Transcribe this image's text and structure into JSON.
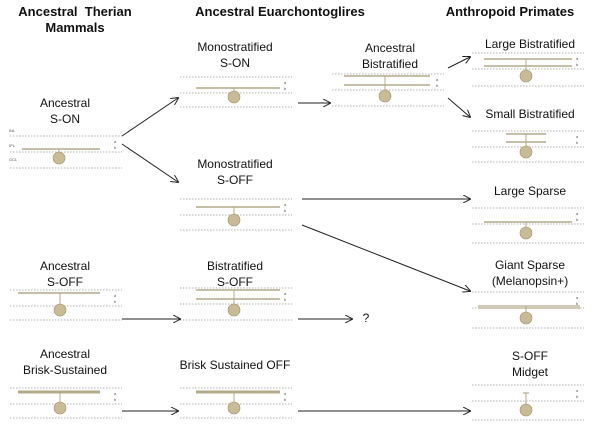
{
  "headers": {
    "col1": "Ancestral  Therian\nMammals",
    "col2": "Ancestral Euarchontoglires",
    "col3": "Anthropoid Primates"
  },
  "labels": {
    "ancestral_son": "Ancestral\nS-ON",
    "ancestral_soff": "Ancestral\nS-OFF",
    "ancestral_brisk": "Ancestral\nBrisk-Sustained",
    "mono_son": "Monostratified\nS-ON",
    "mono_soff": "Monostratified\nS-OFF",
    "bistrat_soff": "Bistratified\nS-OFF",
    "brisk_off": "Brisk Sustained OFF",
    "ancestral_bistrat": "Ancestral\nBistratified",
    "large_bistrat": "Large Bistratified",
    "small_bistrat": "Small Bistratified",
    "large_sparse": "Large Sparse",
    "giant_sparse": "Giant Sparse\n(Melanopsin+)",
    "soff_midget": "S-OFF\nMidget",
    "question": "?"
  },
  "layer_labels": {
    "inl": "INL",
    "ipl": "IPL",
    "gcl": "GCL",
    "a": "a",
    "b": "b"
  },
  "colors": {
    "soma": "#c8bb96",
    "soma_stroke": "#9c8f6c",
    "dendrite": "#b3aa8a",
    "dotted": "#999999",
    "arrow": "#222222"
  }
}
